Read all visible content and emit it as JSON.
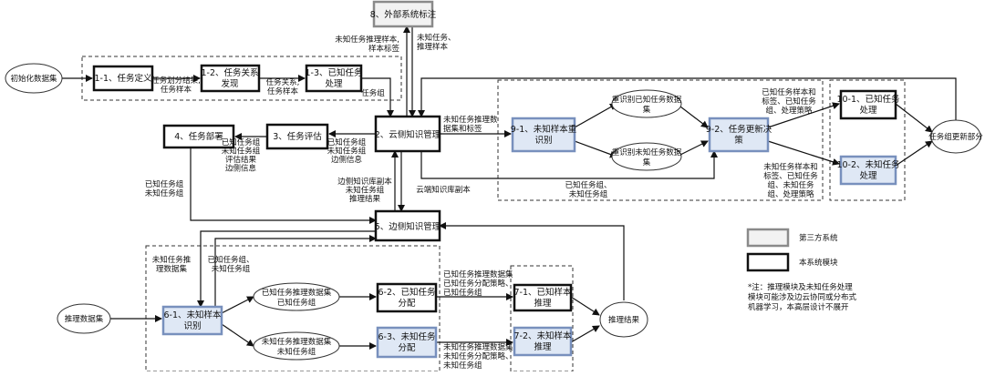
{
  "nodes": {
    "init": "初始化数据集",
    "b1_1": "1-1、任务定义",
    "b1_2a": "1-2、任务关系",
    "b1_2b": "发现",
    "b1_3a": "1-3、已知任务",
    "b1_3b": "处理",
    "b8": "8、外部系统标注",
    "b2": "2、云侧知识管理",
    "b3": "3、任务评估",
    "b4": "4、任务部署",
    "b9_1a": "9-1、未知样本重",
    "b9_1b": "识别",
    "e_known_a": "重识别已知任务数据",
    "e_known_b": "集",
    "e_unknown_a": "重识别未知任务数据",
    "e_unknown_b": "集",
    "b9_2a": "9-2、任务更新决",
    "b9_2b": "策",
    "b10_1a": "10-1、已知任务",
    "b10_1b": "处理",
    "b10_2a": "10-2、未知任务",
    "b10_2b": "处理",
    "update": "任务组更新部分",
    "b5": "5、边侧知识管理",
    "infer_set": "推理数据集",
    "b6_1a": "6-1、未知样本",
    "b6_1b": "识别",
    "e6_known_a": "已知任务推理数据集",
    "e6_known_b": "已知任务组",
    "e6_unknown_a": "未知任务推理数据集",
    "e6_unknown_b": "未知任务组",
    "b6_2a": "6-2、已知任务",
    "b6_2b": "分配",
    "b6_3a": "6-3、未知任务",
    "b6_3b": "分配",
    "b7_1a": "7-1、已知样本",
    "b7_1b": "推理",
    "b7_2a": "7-2、未知样本",
    "b7_2b": "推理",
    "result": "推理结果"
  },
  "labels": {
    "l_11_12": [
      "任务划分结果,",
      "任务样本"
    ],
    "l_12_13": [
      "任务关系,",
      "任务样本"
    ],
    "l_13_2": [
      "任务组"
    ],
    "l_to8": [
      "未知任务推理样本,",
      "样本标签"
    ],
    "l_from8": [
      "未知任务、",
      "推理样本"
    ],
    "l_2_91": [
      "未知任务推理数",
      "据集和标签"
    ],
    "l_2_3": [
      "已知任务组",
      "未知任务组",
      "边侧信息"
    ],
    "l_3_4": [
      "已知任务组",
      "未知任务组",
      "评估结果",
      "边侧信息"
    ],
    "l_4_5": [
      "已知任务组",
      "未知任务组"
    ],
    "l_5_2": [
      "边侧知识库副本",
      "未知任务组",
      "推理结果"
    ],
    "l_cloud_copy": [
      "云端知识库副本"
    ],
    "l_2_92": [
      "已知任务组、",
      "未知任务组"
    ],
    "l_92_101": [
      "已知任务样本和",
      "标签、已知任务",
      "组、处理策略"
    ],
    "l_92_102": [
      "未知任务样本和",
      "标签、已知任务",
      "组、未知任务",
      "组、处理策略"
    ],
    "l_5_61": [
      "未知任务推",
      "理数据集"
    ],
    "l_61_5": [
      "已知任务组、",
      "未知任务组"
    ],
    "l_62_71": [
      "已知任务推理数据集",
      "已知任务分配策略、",
      "已知任务组"
    ],
    "l_63_72": [
      "未知任务推理数据集",
      "未知任务分配策略、",
      "未知任务组"
    ]
  },
  "legend": {
    "third_party": "第三方系统",
    "this_system": "本系统模块",
    "note": [
      "*注：推理模块及未知任务处理",
      "模块可能涉及边云协同或分布式",
      "机器学习，本高层设计不展开"
    ]
  }
}
